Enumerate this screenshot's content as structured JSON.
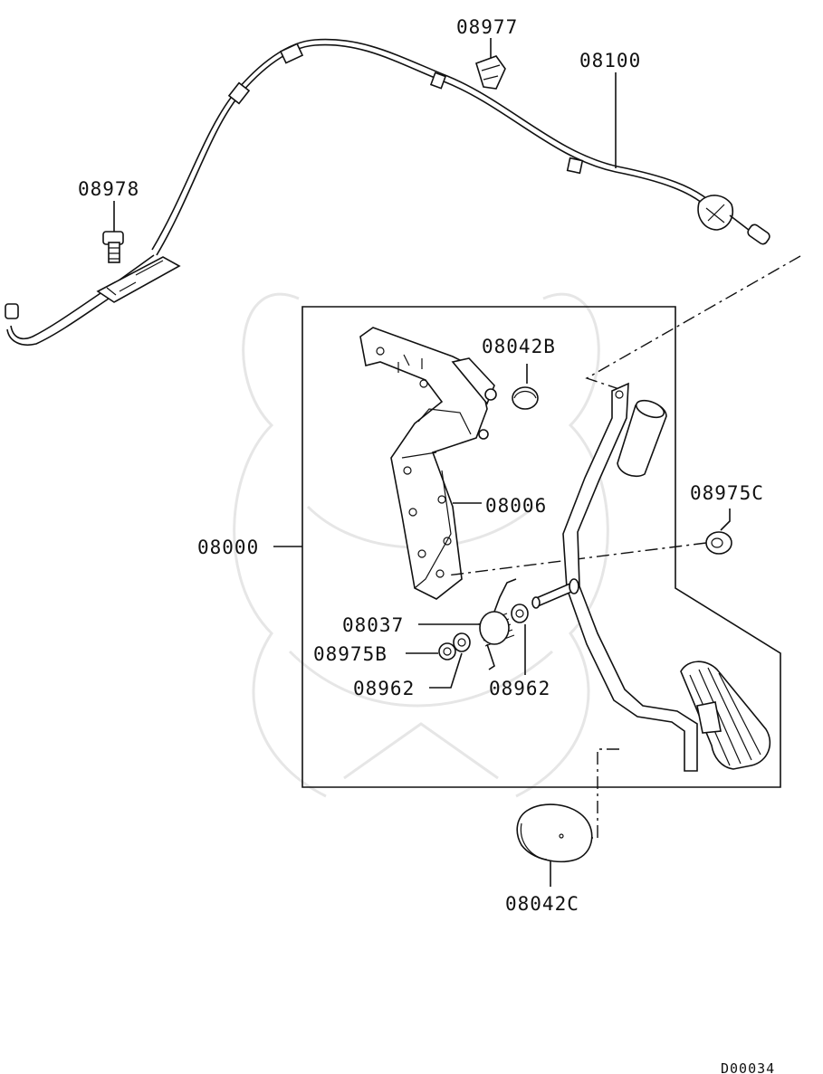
{
  "diagram": {
    "labels": {
      "p08977": "08977",
      "p08100": "08100",
      "p08978": "08978",
      "p08042B": "08042B",
      "p08975C": "08975C",
      "p08006": "08006",
      "p08000": "08000",
      "p08037": "08037",
      "p08975B": "08975B",
      "p08962_left": "08962",
      "p08962_right": "08962",
      "p08042C": "08042C"
    },
    "reference_code": "D00034"
  },
  "colors": {
    "line": "#111111",
    "background": "#ffffff",
    "watermark": "#e6e6e6"
  }
}
